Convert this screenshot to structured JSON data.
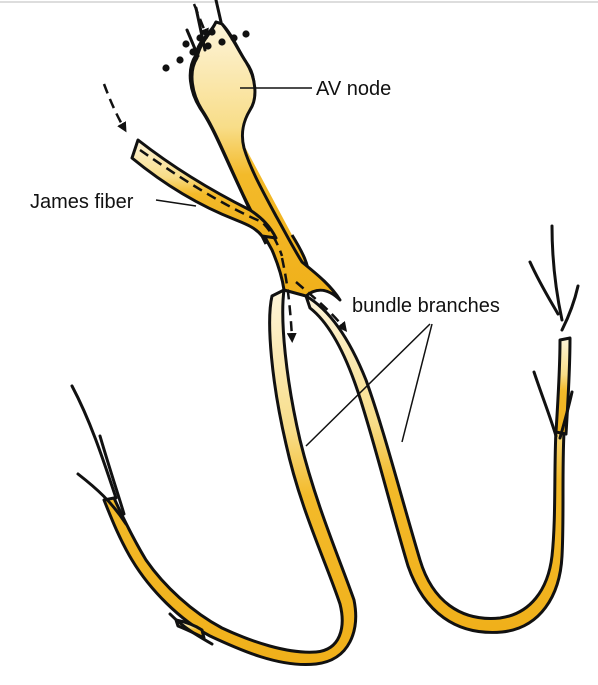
{
  "labels": {
    "av_node": "AV node",
    "james_fiber": "James fiber",
    "bundle_branches": "bundle branches"
  },
  "colors": {
    "fiber_fill_light": "#fdf3d6",
    "fiber_fill_dark": "#f2b21a",
    "outline": "#111111",
    "background": "#ffffff"
  }
}
